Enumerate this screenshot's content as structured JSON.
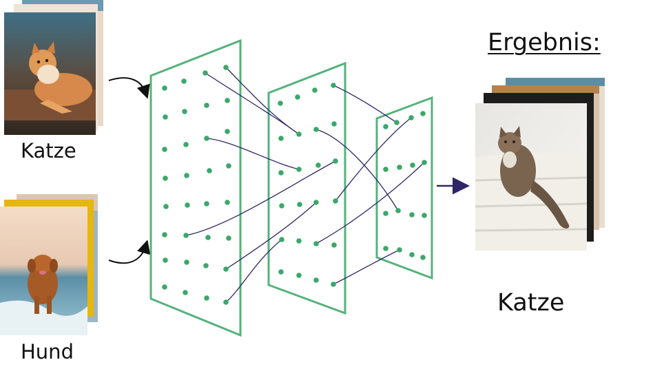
{
  "inputs": [
    {
      "label": "Katze",
      "photo": "orange-tabby-cat-lying-on-table"
    },
    {
      "label": "Hund",
      "photo": "brown-dog-running-on-beach"
    }
  ],
  "result": {
    "title": "Ergebnis:",
    "value": "Katze",
    "photo": "tabby-cat-sitting-on-stairs"
  },
  "network": {
    "layers": 3,
    "node_color": "#3aa869",
    "frame_color": "#54b27a",
    "connection_color": "#2b2668"
  },
  "icons": {
    "input_arrow": "curved-arrow-right-icon",
    "output_arrow": "arrow-right-icon"
  }
}
